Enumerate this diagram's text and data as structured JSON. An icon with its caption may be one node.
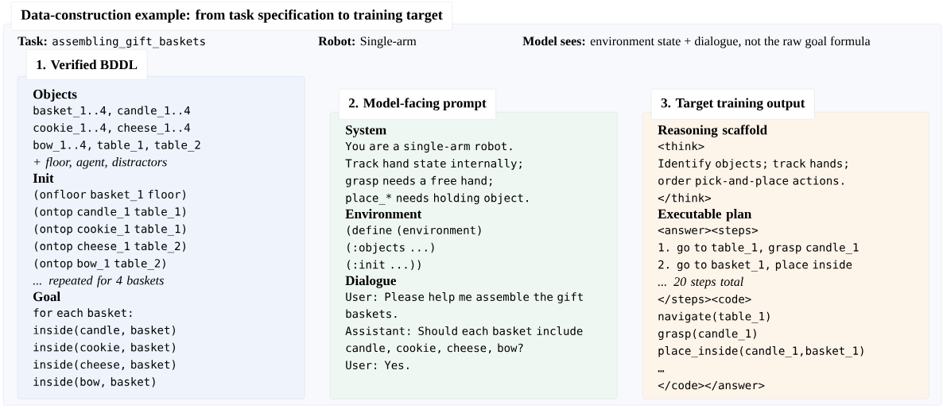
{
  "diagram": {
    "nodes": [
      {
        "text": [
          "Data-construction example: from task specification to training target",
          "Task:",
          "assembling_gift_baskets",
          "Robot:",
          "Single-arm",
          "Model sees:",
          "environment state + dialogue, not the raw goal formula"
        ]
      },
      {
        "text": [
          "1. Verified BDDL",
          "Objects",
          "basket_1..4, candle_1..4",
          "cookie_1..4, cheese_1..4",
          "bow_1..4, table_1, table_2",
          "+ floor, agent, distractors",
          "Init",
          "(onfloor basket_1 floor)",
          "(ontop candle_1 table_1)",
          "(ontop cookie_1 table_1)",
          "(ontop cheese_1 table_2)",
          "(ontop bow_1 table_2)",
          "... repeated for 4 baskets",
          "Goal",
          "for each basket:",
          "inside(candle, basket)",
          "inside(cookie, basket)",
          "inside(cheese, basket)",
          "inside(bow, basket)"
        ],
        "in": 0
      },
      {
        "text": [
          "2. Model-facing prompt",
          "System",
          "You are a single-arm robot.",
          "Track hand state internally;",
          "grasp needs a free hand;",
          "place_* needs holding object.",
          "Environment",
          "(define (environment)",
          "(:objects ...)",
          "(:init ...))",
          "Dialogue",
          "User: Please help me assemble the gift baskets.",
          "Assistant: Should each basket include candle, cookie, cheese, bow?",
          "User: Yes."
        ],
        "in": 0
      },
      {
        "text": [
          "3. Target training output",
          "Reasoning scaffold",
          "<think>",
          "Identify objects; track hands;",
          "order pick-and-place actions.",
          "</think>",
          "Executable plan",
          "<answer><steps>",
          "1. go to table_1, grasp candle_1",
          "2. go to basket_1, place inside",
          "... 20 steps total",
          "</steps><code>",
          "navigate(table_1)",
          "grasp(candle_1)",
          "place_inside(candle_1,basket_1)",
          "…",
          "</code></answer>"
        ],
        "in": 0
      }
    ]
  }
}
